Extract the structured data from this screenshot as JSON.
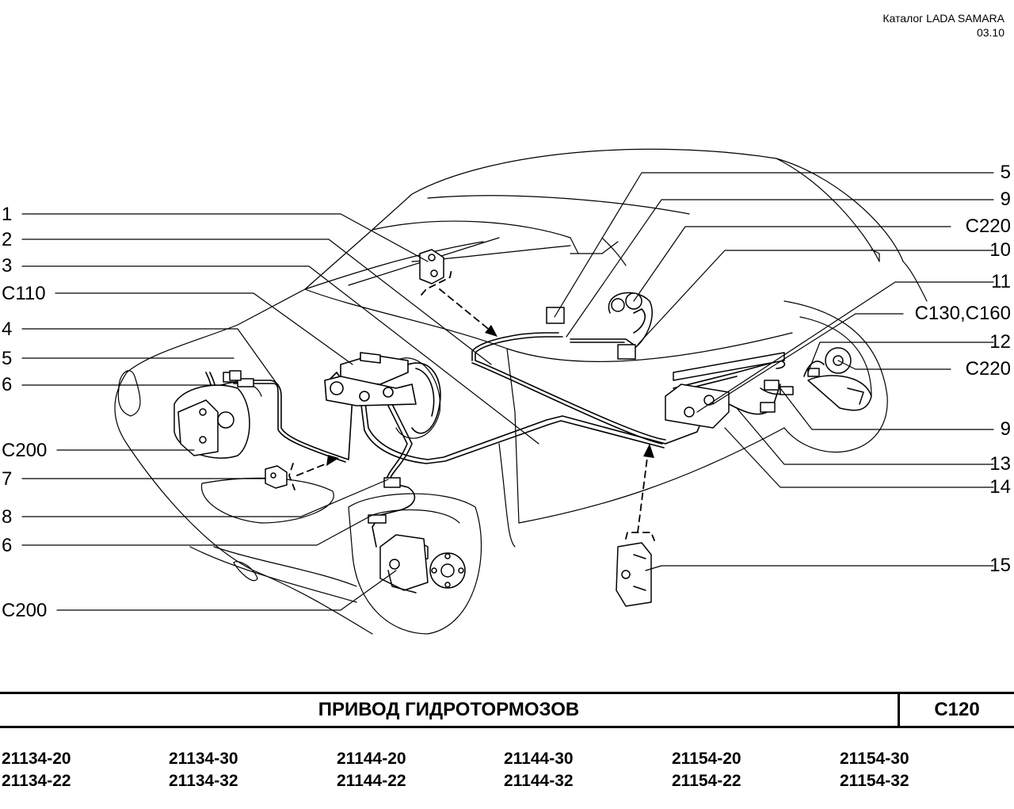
{
  "header": {
    "catalog": "Каталог  LADA  SAMARA",
    "date": "03.10"
  },
  "callouts_left": [
    "1",
    "2",
    "3",
    "C110",
    "4",
    "5",
    "6",
    "C200",
    "7",
    "8",
    "6",
    "C200"
  ],
  "callouts_right": [
    "5",
    "9",
    "C220",
    "10",
    "11",
    "C130,C160",
    "12",
    "C220",
    "9",
    "13",
    "14",
    "15"
  ],
  "title": "ПРИВОД   ГИДРОТОРМОЗОВ",
  "code": "C120",
  "models": [
    [
      "21134-20",
      "21134-22"
    ],
    [
      "21134-30",
      "21134-32"
    ],
    [
      "21144-20",
      "21144-22"
    ],
    [
      "21144-30",
      "21144-32"
    ],
    [
      "21154-20",
      "21154-22"
    ],
    [
      "21154-30",
      "21154-32"
    ]
  ]
}
